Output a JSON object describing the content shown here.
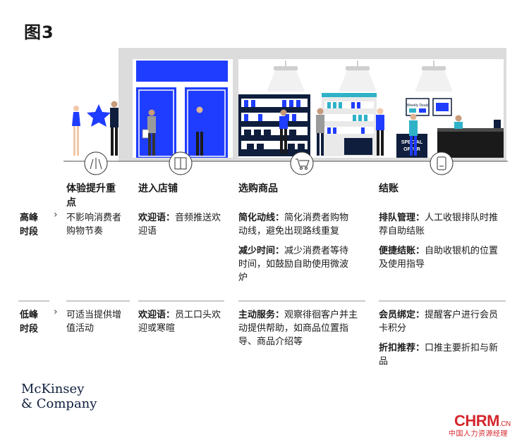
{
  "figure": {
    "title": "图3"
  },
  "columns": [
    {
      "heading": "体验提升重点"
    },
    {
      "heading": "进入店铺"
    },
    {
      "heading": "选购商品"
    },
    {
      "heading": "结账"
    }
  ],
  "rows": {
    "peak": {
      "label": "高峰时段",
      "focus": "不影响消费者购物节奏",
      "enter": [
        {
          "term": "欢迎语：",
          "text": "音频推送欢迎语"
        }
      ],
      "shop": [
        {
          "term": "简化动线：",
          "text": "简化消费者购物动线，避免出现路线重复"
        },
        {
          "term": "减少时间：",
          "text": "减少消费者等待时间，如鼓励自助使用微波炉"
        }
      ],
      "checkout": [
        {
          "term": "排队管理：",
          "text": "人工收银排队时推荐自助结账"
        },
        {
          "term": "便捷结账：",
          "text": "自助收银机的位置及使用指导"
        }
      ]
    },
    "offpeak": {
      "label": "低峰时段",
      "focus": "可适当提供增值活动",
      "enter": [
        {
          "term": "欢迎语：",
          "text": "员工口头欢迎或寒暄"
        }
      ],
      "shop": [
        {
          "term": "主动服务：",
          "text": "观察徘徊客户并主动提供帮助，如商品位置指导、商品介绍等"
        }
      ],
      "checkout": [
        {
          "term": "会员绑定：",
          "text": "提醒客户进行会员卡积分"
        },
        {
          "term": "折扣推荐：",
          "text": "口推主要折扣与新品"
        }
      ]
    }
  },
  "illustration": {
    "sign_text": "Weekly Deals",
    "offer_text_1": "SPECIAL",
    "offer_text_2": "OFFER"
  },
  "logo": {
    "line1": "McKinsey",
    "line2": "& Company"
  },
  "watermark": {
    "brand": "CHRM",
    "suffix": ".CN",
    "subtitle": "中国人力资源经理"
  },
  "colors": {
    "blue": "#1f3dff",
    "navy": "#0f1e3c",
    "teal": "#2fb2c8",
    "grey": "#d9d9d9",
    "red": "#d4272d"
  }
}
